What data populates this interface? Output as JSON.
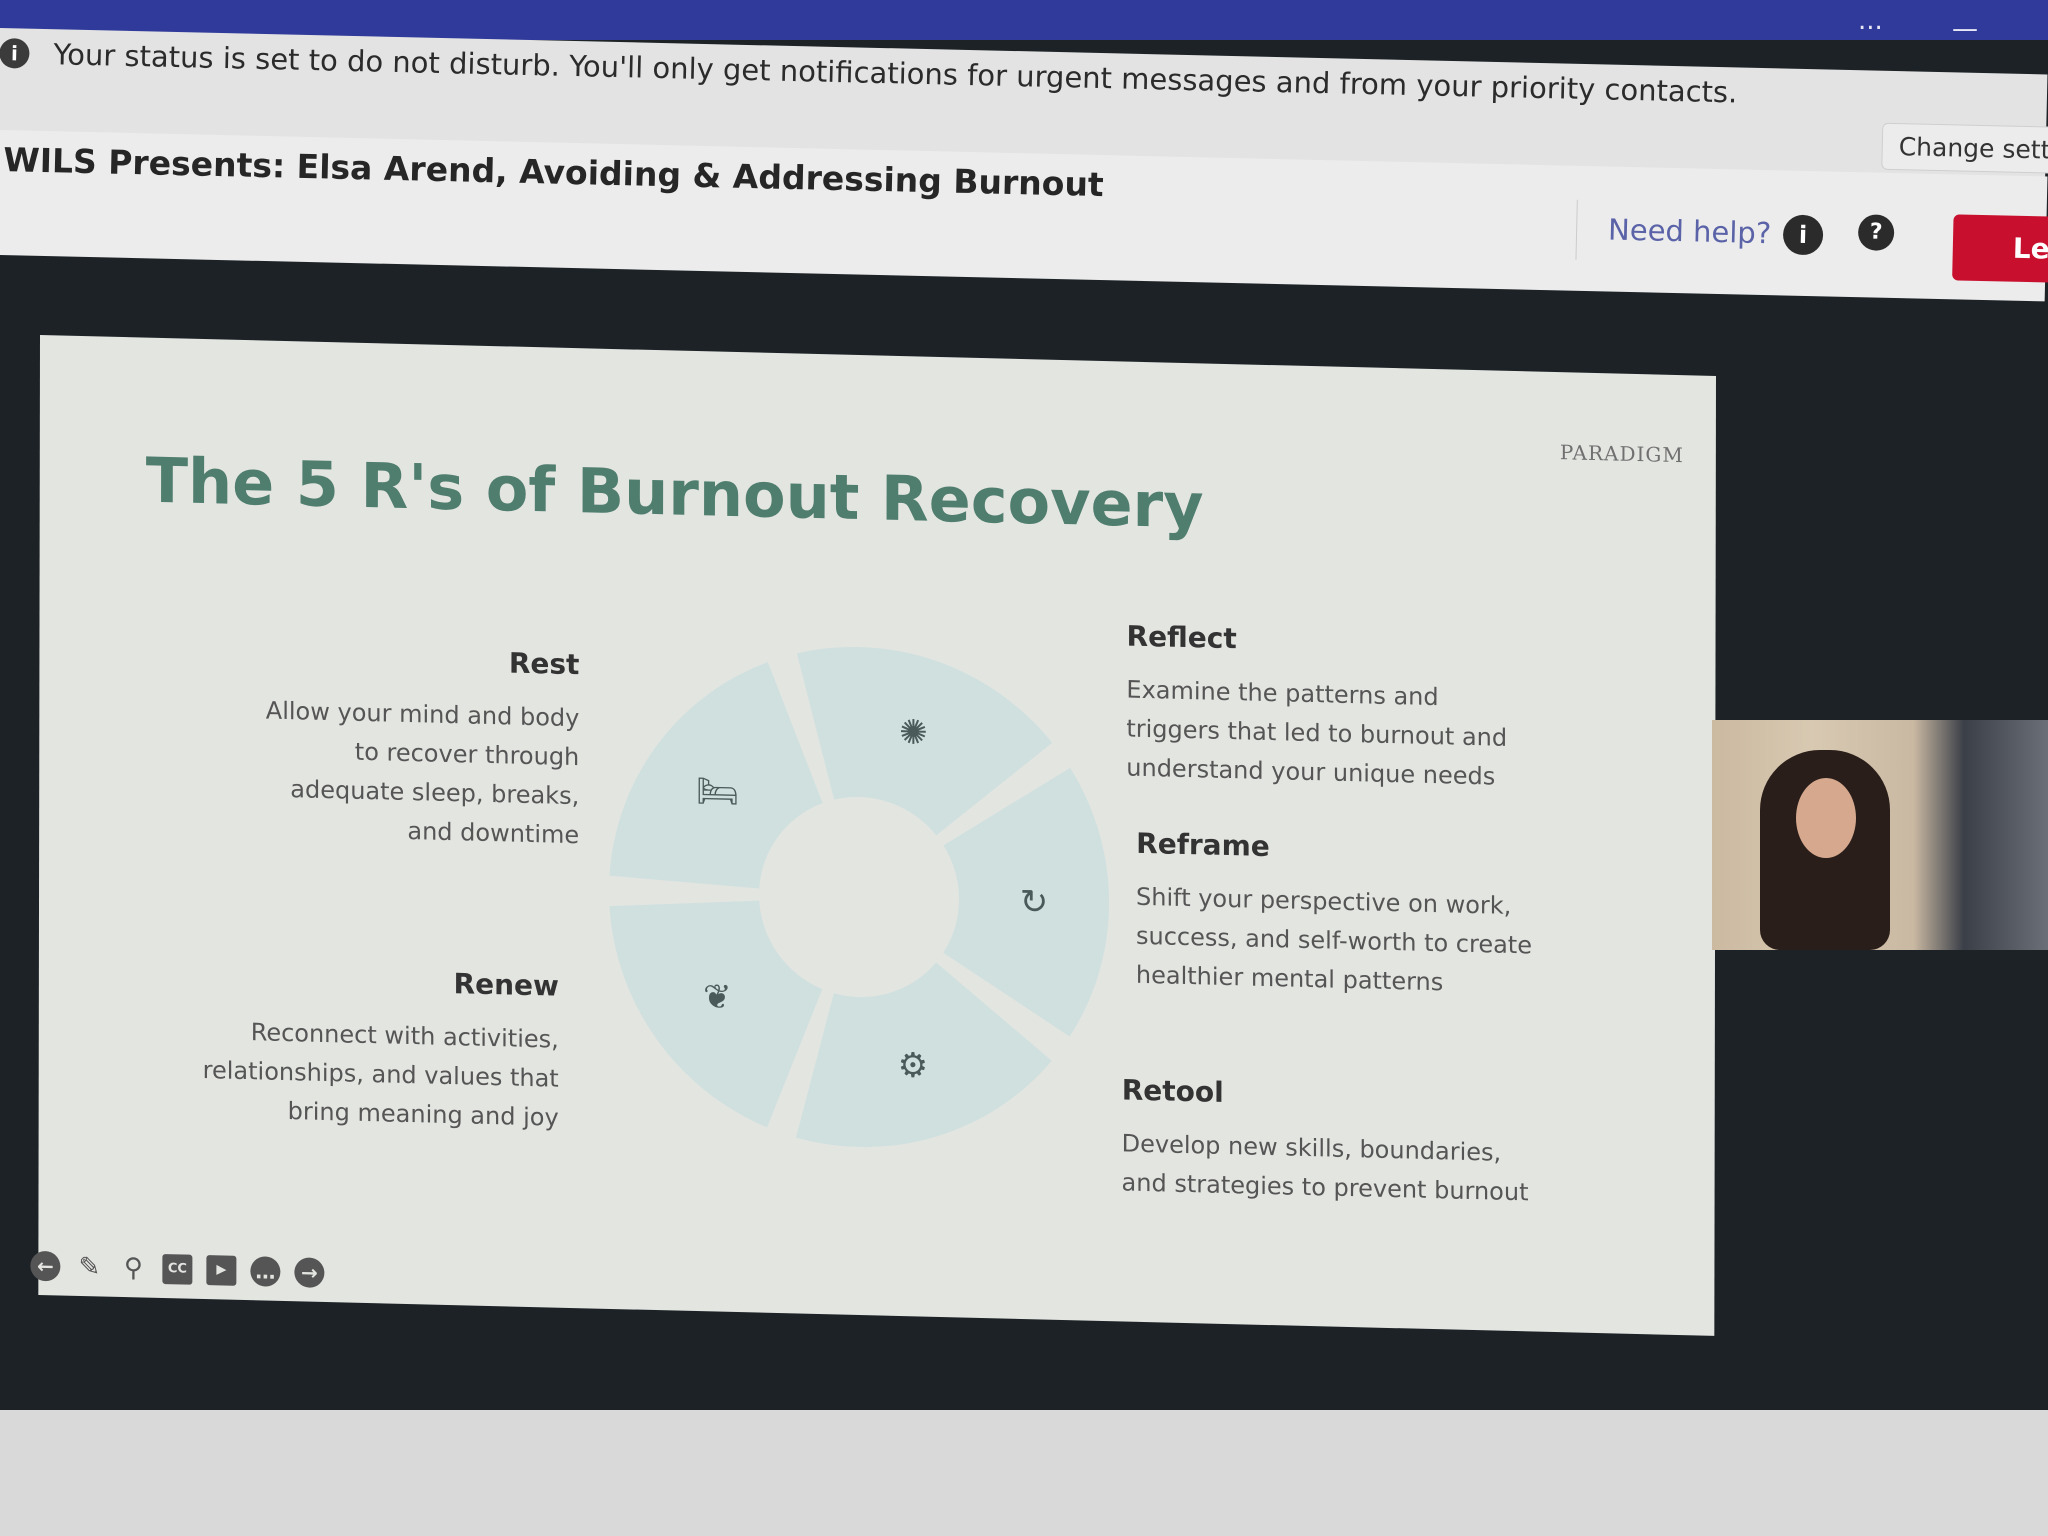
{
  "window": {
    "more_label": "...",
    "minimize_label": "—"
  },
  "notification": {
    "message": "Your status is set to do not disturb. You'll only get notifications for urgent messages and from your priority contacts.",
    "button_label": "Change settings"
  },
  "meeting": {
    "title": "WILS Presents: Elsa Arend, Avoiding & Addressing Burnout",
    "help_label": "Need help?",
    "leave_label": "Leave"
  },
  "slide": {
    "logo": "PARADIGM",
    "title": "The 5 R's of Burnout Recovery",
    "items": [
      {
        "heading": "Rest",
        "body": "Allow your mind and body to recover through adequate sleep, breaks, and downtime",
        "icon": "bed-icon"
      },
      {
        "heading": "Reflect",
        "body": "Examine the patterns and triggers that led to burnout and understand your unique needs",
        "icon": "brain-icon"
      },
      {
        "heading": "Reframe",
        "body": "Shift your perspective on work, success, and self-worth to create healthier mental patterns",
        "icon": "refresh-icon"
      },
      {
        "heading": "Retool",
        "body": "Develop new skills, boundaries, and strategies to prevent burnout",
        "icon": "gear-icon"
      },
      {
        "heading": "Renew",
        "body": "Reconnect with activities, relationships, and values that bring meaning and joy",
        "icon": "leaf-icon"
      }
    ],
    "colors": {
      "title": "#4f7d6e",
      "segment": "#cfe0df"
    }
  },
  "toolbar": {
    "cc_label": "CC"
  }
}
